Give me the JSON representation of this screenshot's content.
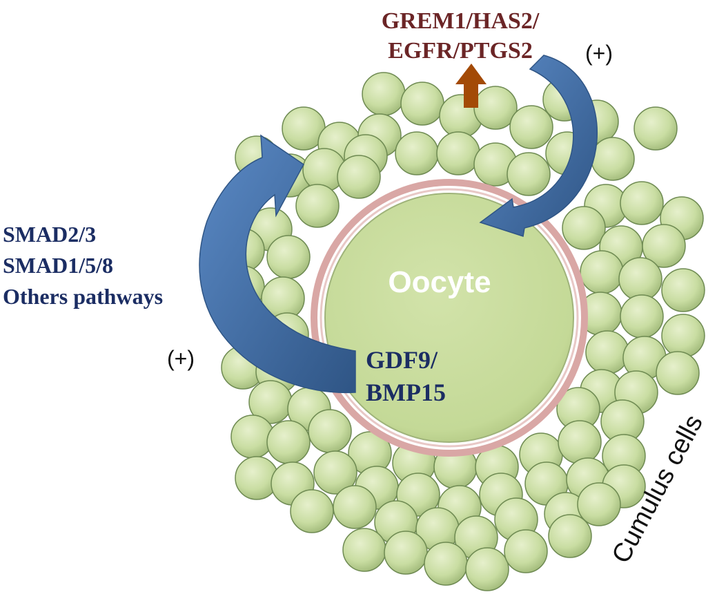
{
  "diagram": {
    "oocyte_label": "Oocyte",
    "top_genes": {
      "line1": "GREM1/HAS2/",
      "line2": "EGFR/PTGS2"
    },
    "left_pathways": {
      "line1": "SMAD2/3",
      "line2": "SMAD1/5/8",
      "line3": "Others pathways"
    },
    "oocyte_factors": {
      "line1": "GDF9/",
      "line2": "BMP15"
    },
    "plus_right": "(+)",
    "plus_left": "(+)",
    "cumulus_label": "Cumulus cells",
    "colors": {
      "cell_fill": "#c9dda2",
      "cell_stroke": "#6e8a52",
      "oocyte_fill": "#c7db9c",
      "zona_ring": "#d9a7a5",
      "arrow_blue": "#4a78b4",
      "arrow_dark": "#2f5585",
      "up_arrow": "#a34a06",
      "gene_text": "#6b2526",
      "pathway_text": "#1b2d63",
      "white": "#ffffff"
    }
  }
}
